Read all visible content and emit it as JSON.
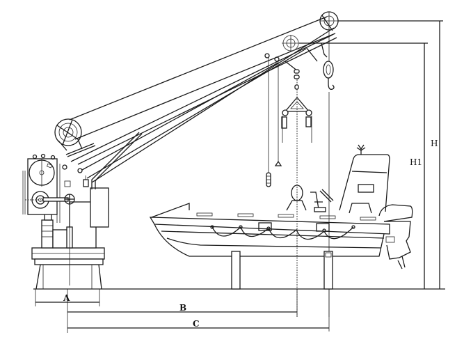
{
  "diagram": {
    "subject": "Boat davit crane with rescue boat (side elevation)",
    "dimensions": {
      "A": "A",
      "B": "B",
      "C": "C",
      "H": "H",
      "H1": "H1"
    },
    "colors": {
      "line": "#1a1a1a",
      "background": "#ffffff"
    },
    "components": [
      "davit-base",
      "winch-drum",
      "hydraulic-cylinder",
      "boom",
      "top-sheave",
      "mid-sheave",
      "hook-block",
      "lifting-frame",
      "rescue-boat",
      "outboard-motor",
      "boat-chocks"
    ]
  }
}
